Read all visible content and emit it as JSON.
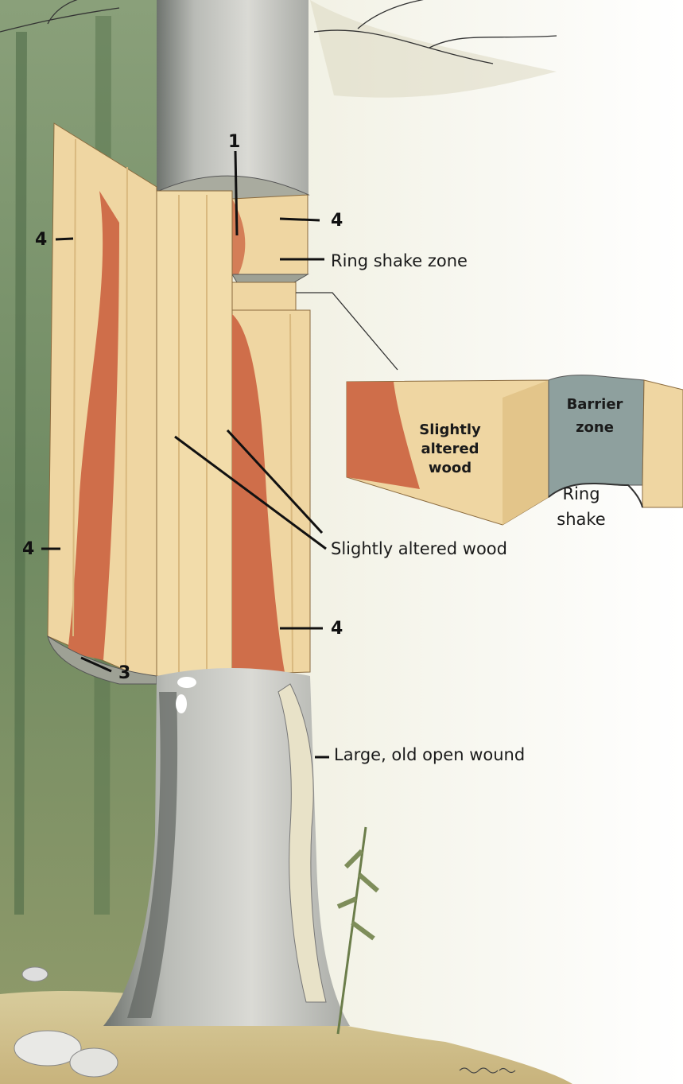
{
  "callouts": {
    "n1": "1",
    "n4_top_right": "4",
    "n4_left_upper": "4",
    "n4_left_lower": "4",
    "n4_right_lower": "4",
    "n3": "3",
    "ring_shake_zone": "Ring shake zone",
    "slightly_altered_wood": "Slightly altered wood",
    "large_old_open_wound": "Large, old open wound"
  },
  "inset": {
    "slightly_altered_wood_lines": [
      "Slightly",
      "altered",
      "wood"
    ],
    "barrier_zone_lines": [
      "Barrier",
      "zone"
    ],
    "ring_shake_lines": [
      "Ring",
      "shake"
    ]
  },
  "signature": "",
  "colors": {
    "forest": "#6f8a62",
    "bark": "#c9c9c4",
    "bark_shadow": "#7d817d",
    "wood": "#efd6a2",
    "wood_grain": "#d9b97f",
    "discolored": "#cf6e4a",
    "barrier": "#8ea09e"
  }
}
